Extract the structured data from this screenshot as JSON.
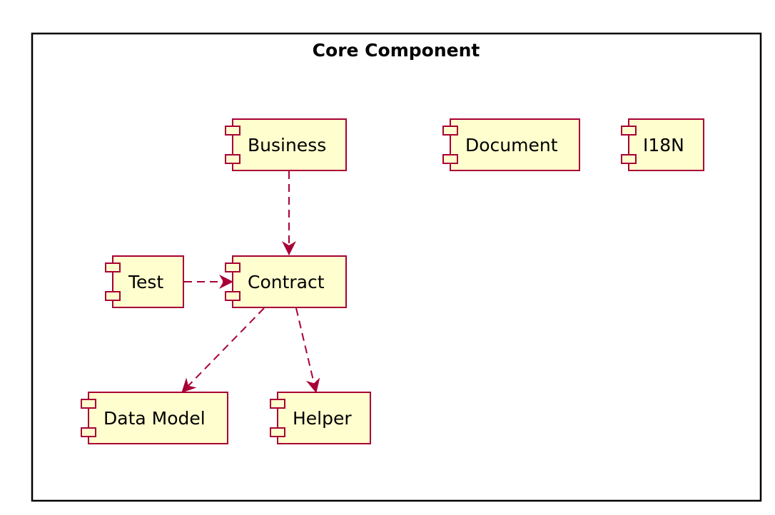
{
  "package": {
    "title": "Core Component"
  },
  "components": {
    "business": "Business",
    "document": "Document",
    "i18n": "I18N",
    "test": "Test",
    "contract": "Contract",
    "data_model": "Data Model",
    "helper": "Helper"
  },
  "dependencies": [
    {
      "from": "business",
      "to": "contract"
    },
    {
      "from": "test",
      "to": "contract"
    },
    {
      "from": "contract",
      "to": "data_model"
    },
    {
      "from": "contract",
      "to": "helper"
    }
  ],
  "colors": {
    "component_fill": "#FEFECE",
    "component_border": "#A80036",
    "arrow": "#A80036",
    "package_border": "#000000",
    "background": "#FFFFFF"
  }
}
